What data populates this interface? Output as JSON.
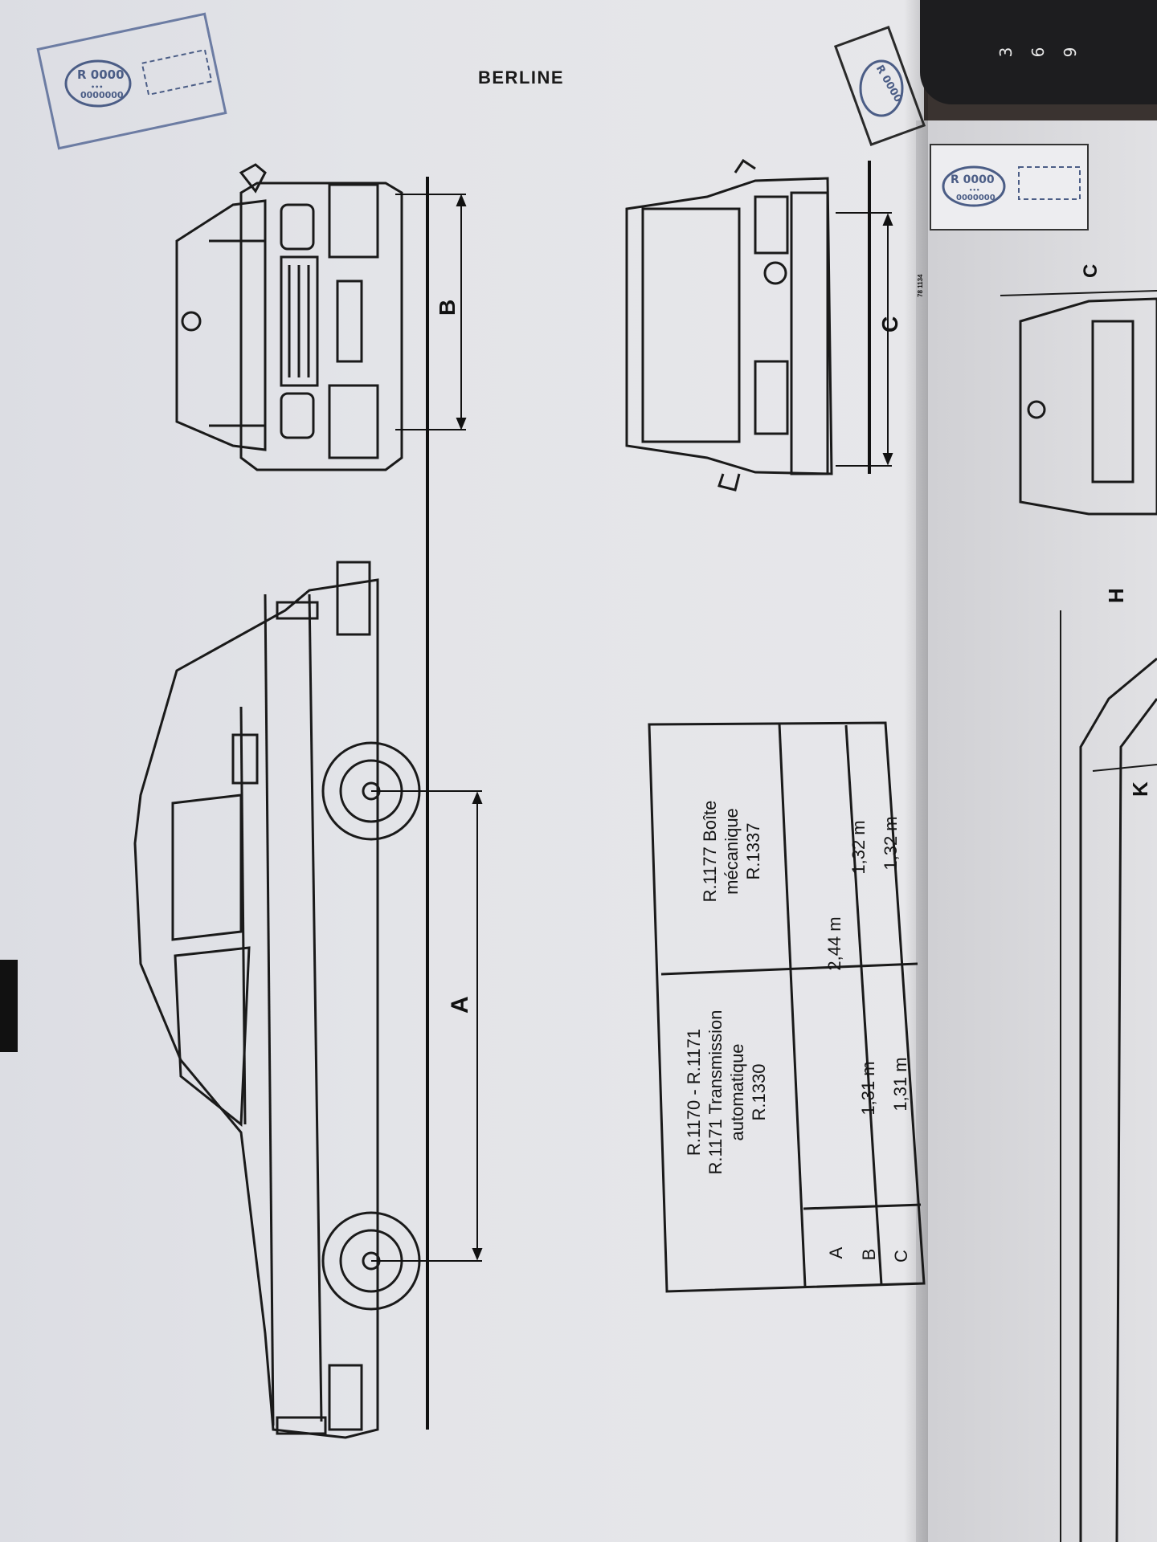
{
  "page": {
    "title": "BERLINE",
    "stamp_code": "R 0000",
    "stamp_dots": "•••",
    "stamp_serial": "0000000"
  },
  "drawings": {
    "dimension_a": "A",
    "dimension_b": "B",
    "dimension_c": "C",
    "dimension_h": "H",
    "dimension_k": "K",
    "small_ref": "78 1134"
  },
  "calculator_keys": [
    "3",
    "6",
    "9"
  ],
  "table": {
    "col1_header": [
      "R.1170 - R.1171",
      "R.1171 Transmission",
      "automatique",
      "R.1330"
    ],
    "col2_header": [
      "R.1177 Boîte",
      "mécanique",
      "R.1337"
    ],
    "rows": [
      {
        "label": "A",
        "value_merged": "2,44 m"
      },
      {
        "label": "B",
        "col1": "1,31 m",
        "col2": "1,32 m"
      },
      {
        "label": "C",
        "col1": "1,31 m",
        "col2": "1,32 m"
      }
    ]
  },
  "colors": {
    "stamp_blue": "#4b5d86",
    "ink": "#151515",
    "paper": "#e4e5e9"
  }
}
